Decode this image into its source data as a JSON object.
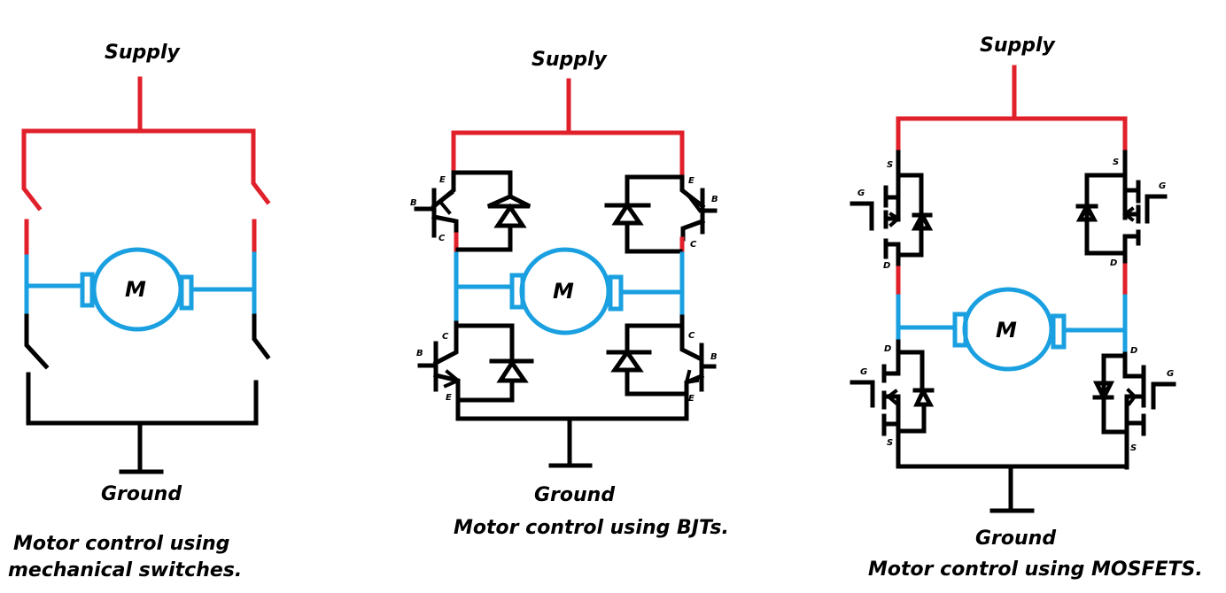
{
  "colors": {
    "supply_wire": "#e0202a",
    "motor_wire": "#1aa0e0",
    "ground_wire": "#000000",
    "background": "#ffffff"
  },
  "circuits": [
    {
      "id": "mechanical",
      "supply_label": "Supply",
      "ground_label": "Ground",
      "motor_label": "M",
      "caption_line1": "Motor control using",
      "caption_line2": "mechanical switches."
    },
    {
      "id": "bjt",
      "supply_label": "Supply",
      "ground_label": "Ground",
      "motor_label": "M",
      "caption_line1": "Motor control using BJTs.",
      "pins": {
        "top_left": {
          "E": "E",
          "B": "B",
          "C": "C"
        },
        "top_right": {
          "E": "E",
          "B": "B",
          "C": "C"
        },
        "bottom_left": {
          "C": "C",
          "B": "B",
          "E": "E"
        },
        "bottom_right": {
          "C": "C",
          "B": "B",
          "E": "E"
        }
      }
    },
    {
      "id": "mosfet",
      "supply_label": "Supply",
      "ground_label": "Ground",
      "motor_label": "M",
      "caption_line1": "Motor control using MOSFETS.",
      "pins": {
        "top_left": {
          "S": "S",
          "G": "G",
          "D": "D"
        },
        "top_right": {
          "S": "S",
          "G": "G",
          "D": "D"
        },
        "bottom_left": {
          "D": "D",
          "G": "G",
          "S": "S"
        },
        "bottom_right": {
          "D": "D",
          "G": "G",
          "S": "S"
        }
      }
    }
  ]
}
